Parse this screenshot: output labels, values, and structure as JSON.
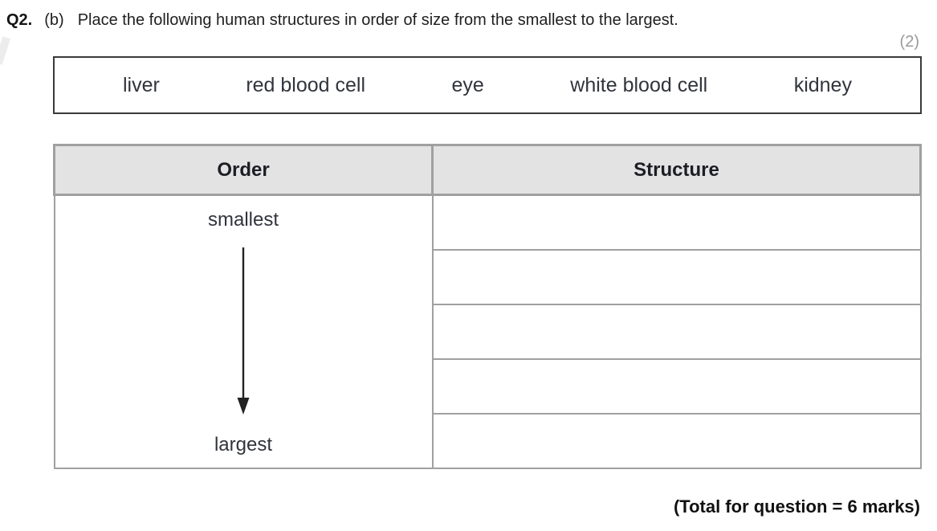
{
  "question": {
    "number": "Q2.",
    "part": "(b)",
    "text": "Place the following human structures in order of size from the smallest to the largest.",
    "marks": "(2)"
  },
  "word_bank": {
    "words": [
      "liver",
      "red blood cell",
      "eye",
      "white blood cell",
      "kidney"
    ]
  },
  "table": {
    "headers": {
      "order": "Order",
      "structure": "Structure"
    },
    "order_column": {
      "top_label": "smallest",
      "bottom_label": "largest",
      "arrow_icon": "down-arrow"
    },
    "structure_rows": [
      "",
      "",
      "",
      "",
      ""
    ]
  },
  "footer": {
    "total_text": "(Total for question = 6 marks)"
  },
  "colors": {
    "header_bg": "#e3e3e4",
    "table_border": "#a0a0a0",
    "word_box_border": "#3a3a3a",
    "marks_gray": "#9a9a9a",
    "arrow_black": "#222222",
    "text_dark": "#1f1f1f"
  }
}
